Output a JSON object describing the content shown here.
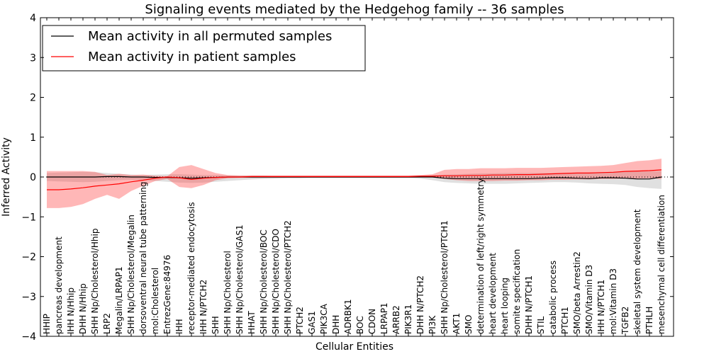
{
  "chart_data": {
    "type": "line",
    "title": "Signaling events mediated by the Hedgehog family -- 36 samples",
    "xlabel": "Cellular Entities",
    "ylabel": "Inferred Activity",
    "ylim": [
      -4,
      4
    ],
    "yticks": [
      -4,
      -3,
      -2,
      -1,
      0,
      1,
      2,
      3,
      4
    ],
    "grid": false,
    "legend_position": "top-left",
    "categories": [
      "HHIP",
      "pancreas development",
      "IHH N/Hhip",
      "DHH N/Hhip",
      "SHH Np/Cholesterol/Hhip",
      "LRP2",
      "Megalin/LRPAP1",
      "SHH Np/Cholesterol/Megalin",
      "dorsoventral neural tube patterning",
      "mol:Cholesterol",
      "EntrezGene:84976",
      "IHH",
      "receptor-mediated endocytosis",
      "IHH N/PTCH2",
      "SHH",
      "SHH Np/Cholesterol",
      "SHH Np/Cholesterol/GAS1",
      "HHAT",
      "SHH Np/Cholesterol/BOC",
      "SHH Np/Cholesterol/CDO",
      "SHH Np/Cholesterol/PTCH2",
      "PTCH2",
      "GAS1",
      "PIK3CA",
      "DHH",
      "ADRBK1",
      "BOC",
      "CDON",
      "LRPAP1",
      "ARRB2",
      "PIK3R1",
      "DHH N/PTCH2",
      "PI3K",
      "SHH Np/Cholesterol/PTCH1",
      "AKT1",
      "SMO",
      "determination of left/right symmetry",
      "heart development",
      "heart looping",
      "somite specification",
      "DHH N/PTCH1",
      "STIL",
      "catabolic process",
      "PTCH1",
      "SMO/beta Arrestin2",
      "SMO/Vitamin D3",
      "IHH N/PTCH1",
      "mol:Vitamin D3",
      "TGFB2",
      "skeletal system development",
      "PTHLH",
      "mesenchymal cell differentiation"
    ],
    "series": [
      {
        "name": "Mean activity in all permuted samples",
        "color": "#000000",
        "values": [
          0.0,
          0.0,
          0.0,
          0.0,
          0.0,
          0.01,
          0.01,
          0.0,
          0.0,
          -0.01,
          -0.01,
          -0.02,
          -0.03,
          -0.02,
          -0.01,
          0.0,
          0.0,
          0.0,
          0.0,
          0.0,
          0.0,
          0.0,
          0.0,
          0.0,
          0.0,
          0.0,
          0.0,
          0.0,
          0.0,
          0.0,
          0.0,
          0.0,
          0.0,
          -0.03,
          -0.04,
          -0.04,
          -0.04,
          -0.04,
          -0.04,
          -0.04,
          -0.04,
          -0.03,
          -0.02,
          -0.02,
          -0.03,
          -0.04,
          -0.02,
          -0.02,
          -0.03,
          -0.05,
          -0.05,
          0.0
        ],
        "band_upper": [
          0.1,
          0.11,
          0.12,
          0.13,
          0.12,
          0.1,
          0.08,
          0.06,
          0.05,
          0.06,
          0.07,
          0.07,
          0.06,
          0.05,
          0.05,
          0.04,
          0.03,
          0.03,
          0.03,
          0.02,
          0.02,
          0.02,
          0.02,
          0.02,
          0.02,
          0.02,
          0.02,
          0.02,
          0.02,
          0.02,
          0.02,
          0.03,
          0.05,
          0.06,
          0.07,
          0.08,
          0.09,
          0.09,
          0.1,
          0.1,
          0.1,
          0.1,
          0.1,
          0.1,
          0.1,
          0.11,
          0.12,
          0.12,
          0.13,
          0.14,
          0.14,
          0.15
        ],
        "band_lower": [
          -0.1,
          -0.11,
          -0.12,
          -0.13,
          -0.12,
          -0.1,
          -0.08,
          -0.07,
          -0.08,
          -0.1,
          -0.12,
          -0.14,
          -0.15,
          -0.14,
          -0.12,
          -0.1,
          -0.08,
          -0.06,
          -0.05,
          -0.04,
          -0.03,
          -0.03,
          -0.02,
          -0.02,
          -0.02,
          -0.02,
          -0.02,
          -0.02,
          -0.02,
          -0.02,
          -0.02,
          -0.04,
          -0.08,
          -0.13,
          -0.15,
          -0.16,
          -0.17,
          -0.17,
          -0.17,
          -0.16,
          -0.15,
          -0.14,
          -0.13,
          -0.13,
          -0.14,
          -0.16,
          -0.17,
          -0.18,
          -0.2,
          -0.25,
          -0.28,
          -0.3
        ]
      },
      {
        "name": "Mean activity in patient samples",
        "color": "#ff0000",
        "values": [
          -0.32,
          -0.32,
          -0.3,
          -0.27,
          -0.23,
          -0.2,
          -0.17,
          -0.12,
          -0.08,
          -0.03,
          0.0,
          -0.02,
          -0.06,
          -0.03,
          -0.01,
          0.0,
          0.0,
          0.01,
          0.01,
          0.01,
          0.01,
          0.01,
          0.01,
          0.01,
          0.01,
          0.01,
          0.01,
          0.01,
          0.01,
          0.01,
          0.01,
          0.02,
          0.02,
          0.03,
          0.03,
          0.04,
          0.04,
          0.05,
          0.05,
          0.06,
          0.06,
          0.07,
          0.08,
          0.09,
          0.1,
          0.1,
          0.11,
          0.12,
          0.14,
          0.15,
          0.16,
          0.18
        ],
        "band_upper": [
          0.15,
          0.15,
          0.15,
          0.15,
          0.13,
          0.05,
          0.08,
          0.05,
          0.06,
          0.03,
          0.02,
          0.25,
          0.3,
          0.2,
          0.1,
          0.05,
          0.04,
          0.04,
          0.04,
          0.04,
          0.04,
          0.04,
          0.04,
          0.04,
          0.04,
          0.04,
          0.04,
          0.04,
          0.04,
          0.04,
          0.04,
          0.05,
          0.07,
          0.18,
          0.2,
          0.2,
          0.22,
          0.22,
          0.22,
          0.23,
          0.23,
          0.23,
          0.24,
          0.25,
          0.26,
          0.27,
          0.28,
          0.3,
          0.35,
          0.4,
          0.42,
          0.46
        ],
        "band_lower": [
          -0.78,
          -0.78,
          -0.75,
          -0.68,
          -0.55,
          -0.45,
          -0.55,
          -0.35,
          -0.22,
          -0.1,
          -0.05,
          -0.25,
          -0.28,
          -0.2,
          -0.08,
          -0.03,
          -0.02,
          -0.02,
          -0.02,
          -0.02,
          -0.02,
          -0.02,
          -0.02,
          -0.02,
          -0.02,
          -0.02,
          -0.02,
          -0.02,
          -0.02,
          -0.02,
          -0.02,
          -0.01,
          -0.01,
          -0.05,
          -0.08,
          -0.1,
          -0.1,
          -0.1,
          -0.09,
          -0.09,
          -0.08,
          -0.08,
          -0.07,
          -0.07,
          -0.06,
          -0.06,
          -0.05,
          -0.05,
          -0.04,
          -0.04,
          -0.03,
          -0.05
        ]
      }
    ]
  }
}
